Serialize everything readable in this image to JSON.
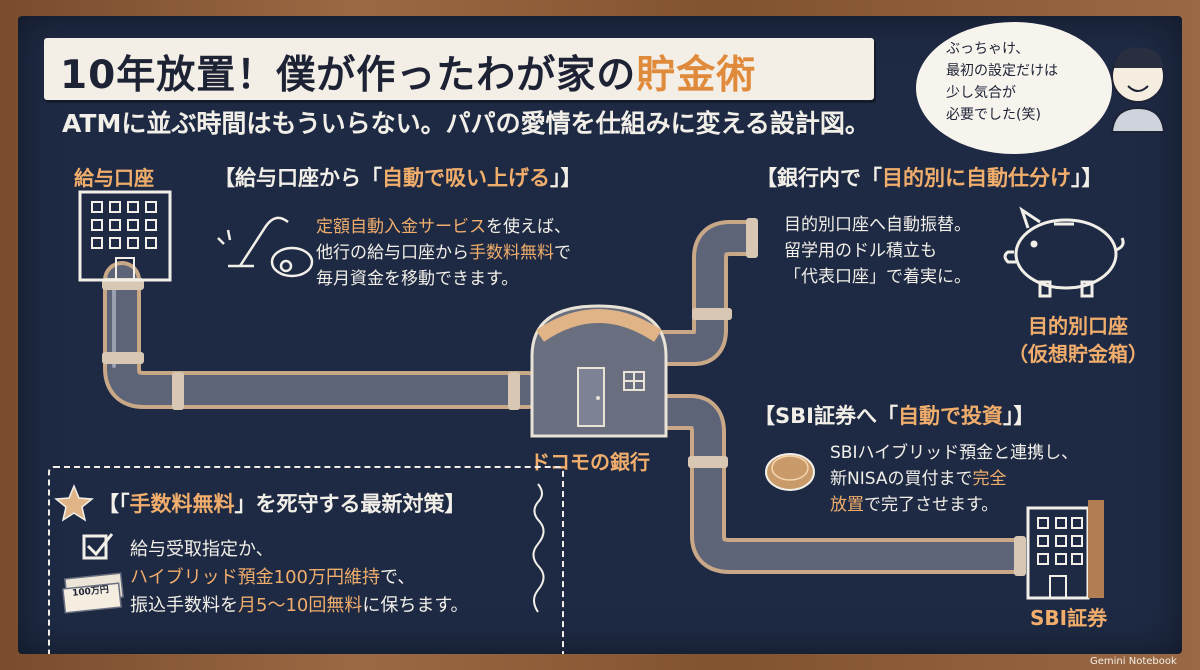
{
  "title": {
    "main": "10年放置！僕が作ったわが家の",
    "accent": "貯金術"
  },
  "subtitle": "ATMに並ぶ時間はもういらない。パパの愛情を仕組みに変える設計図。",
  "speech_bubble": {
    "lines": [
      "ぶっちゃけ、",
      "最初の設定だけは",
      "少し気合が",
      "必要でした(笑)"
    ]
  },
  "salary_account": {
    "label": "給与口座"
  },
  "section_auto_pull": {
    "title_pre": "【給与口座から「",
    "title_accent": "自動で吸い上げる",
    "title_post": "」】",
    "line1_accent": "定額自動入金サービス",
    "line1_rest": "を使えば、",
    "line2_pre": "他行の給与口座から",
    "line2_accent": "手数料無料",
    "line2_post": "で",
    "line3": "毎月資金を移動できます。"
  },
  "section_sort": {
    "title_pre": "【銀行内で「",
    "title_accent": "目的別に自動仕分け",
    "title_post": "」】",
    "lines": [
      "目的別口座へ自動振替。",
      "留学用のドル積立も",
      "「代表口座」で着実に。"
    ]
  },
  "purpose_account": {
    "label_line1": "目的別口座",
    "label_line2": "（仮想貯金箱）"
  },
  "bank": {
    "label": "ドコモの銀行"
  },
  "section_invest": {
    "title_pre": "【SBI証券へ「",
    "title_accent": "自動で投資",
    "title_post": "」】",
    "line1": "SBIハイブリッド預金と連携し、",
    "line2_pre": "新NISAの買付まで",
    "line2_accent": "完全",
    "line3_accent": "放置",
    "line3_post": "で完了させます。"
  },
  "securities": {
    "label": "SBI証券"
  },
  "tips": {
    "title_pre": "【「",
    "title_accent": "手数料無料",
    "title_post": "」を死守する最新対策】",
    "line1": "給与受取指定か、",
    "line2_accent": "ハイブリッド預金100万円維持",
    "line2_post": "で、",
    "line3_pre": "振込手数料を",
    "line3_accent": "月5〜10回無料",
    "line3_post": "に保ちます。",
    "money_label": "100万円"
  },
  "watermark": "Gemini Notebook",
  "colors": {
    "board": "#1e2a44",
    "accent": "#f0ad6b",
    "chalk": "#f2efe8",
    "frame": "#8a5a36"
  },
  "icons": [
    "building-icon",
    "vacuum-cleaner-icon",
    "piggy-bank-icon",
    "bank-dome-icon",
    "coin-icon",
    "office-building-icon",
    "star-icon",
    "checkbox-icon",
    "cash-stack-icon",
    "person-icon"
  ]
}
